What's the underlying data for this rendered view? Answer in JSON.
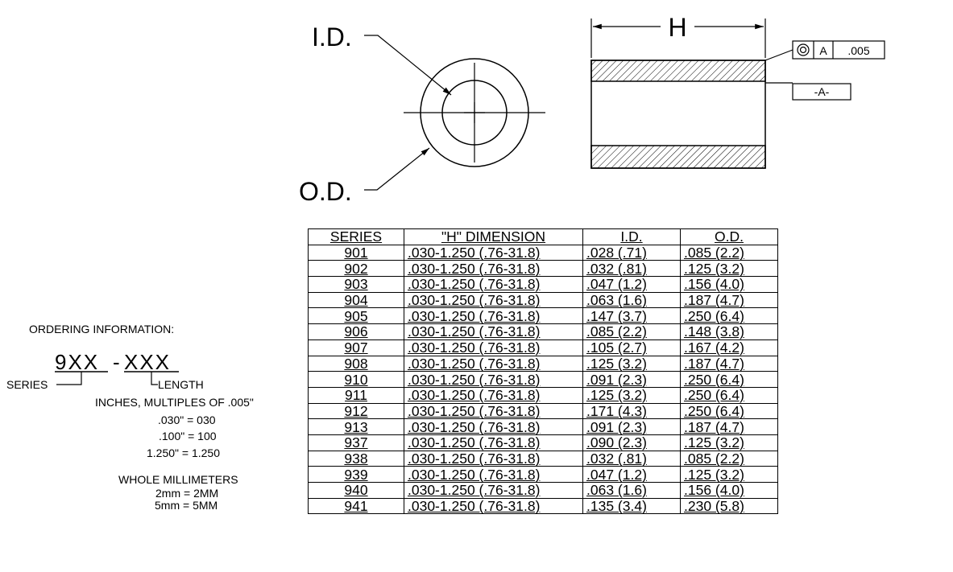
{
  "labels": {
    "id_label": "I.D.",
    "od_label": "O.D.",
    "h_label": "H",
    "datum_label": "-A-",
    "fcf_datum": "A",
    "fcf_tolerance": ".005"
  },
  "ordering": {
    "title": "ORDERING INFORMATION:",
    "code_series": "9XX",
    "code_dash": "-",
    "code_length": "XXX",
    "series_label": "SERIES",
    "length_label": "LENGTH",
    "inches_heading": "INCHES, MULTIPLES OF .005\"",
    "inches_examples": [
      ".030\" = 030",
      ".100\" = 100",
      "1.250\" = 1.250"
    ],
    "mm_heading": "WHOLE MILLIMETERS",
    "mm_examples": [
      "2mm = 2MM",
      "5mm = 5MM"
    ]
  },
  "table": {
    "headers": [
      "SERIES",
      "\"H\" DIMENSION",
      "I.D.",
      "O.D."
    ],
    "rows": [
      [
        "901",
        ".030-1.250 (.76-31.8)",
        ".028 (.71)",
        ".085 (2.2)"
      ],
      [
        "902",
        ".030-1.250 (.76-31.8)",
        ".032 (.81)",
        ".125 (3.2)"
      ],
      [
        "903",
        ".030-1.250 (.76-31.8)",
        ".047 (1.2)",
        ".156 (4.0)"
      ],
      [
        "904",
        ".030-1.250 (.76-31.8)",
        ".063 (1.6)",
        ".187 (4.7)"
      ],
      [
        "905",
        ".030-1.250 (.76-31.8)",
        ".147 (3.7)",
        ".250 (6.4)"
      ],
      [
        "906",
        ".030-1.250 (.76-31.8)",
        ".085 (2.2)",
        ".148 (3.8)"
      ],
      [
        "907",
        ".030-1.250 (.76-31.8)",
        ".105 (2.7)",
        ".167 (4.2)"
      ],
      [
        "908",
        ".030-1.250 (.76-31.8)",
        ".125 (3.2)",
        ".187 (4.7)"
      ],
      [
        "910",
        ".030-1.250 (.76-31.8)",
        ".091 (2.3)",
        ".250 (6.4)"
      ],
      [
        "911",
        ".030-1.250 (.76-31.8)",
        ".125 (3.2)",
        ".250 (6.4)"
      ],
      [
        "912",
        ".030-1.250 (.76-31.8)",
        ".171 (4.3)",
        ".250 (6.4)"
      ],
      [
        "913",
        ".030-1.250 (.76-31.8)",
        ".091 (2.3)",
        ".187 (4.7)"
      ],
      [
        "937",
        ".030-1.250 (.76-31.8)",
        ".090 (2.3)",
        ".125 (3.2)"
      ],
      [
        "938",
        ".030-1.250 (.76-31.8)",
        ".032 (.81)",
        ".085 (2.2)"
      ],
      [
        "939",
        ".030-1.250 (.76-31.8)",
        ".047 (1.2)",
        ".125 (3.2)"
      ],
      [
        "940",
        ".030-1.250 (.76-31.8)",
        ".063 (1.6)",
        ".156 (4.0)"
      ],
      [
        "941",
        ".030-1.250 (.76-31.8)",
        ".135 (3.4)",
        ".230 (5.8)"
      ]
    ]
  }
}
